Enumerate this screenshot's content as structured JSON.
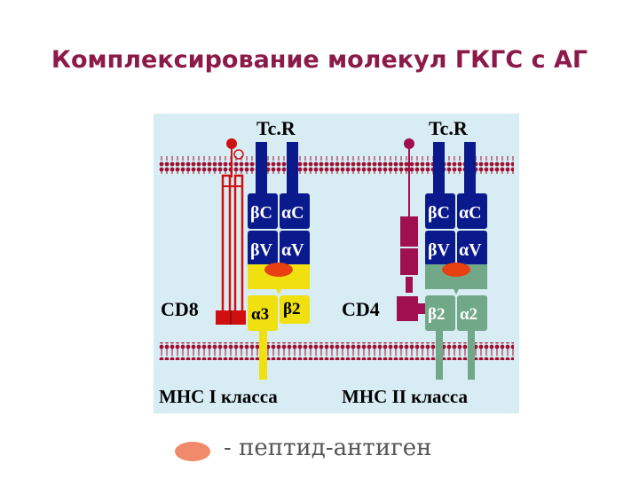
{
  "slide": {
    "title": "Комплексирование молекул ГКГС с АГ"
  },
  "diagram": {
    "left": {
      "tcr_label": "Tc.R",
      "coreceptor_label": "CD8",
      "mhc_label": "MHC I класса",
      "tcr_domains": [
        "βC",
        "αC",
        "βV",
        "αV"
      ],
      "mhc_domains": [
        "α3",
        "β2"
      ]
    },
    "right": {
      "tcr_label": "Tc.R",
      "coreceptor_label": "CD4",
      "mhc_label": "MHC II класса",
      "tcr_domains": [
        "βC",
        "αC",
        "βV",
        "αV"
      ],
      "mhc_domains": [
        "β2",
        "α2"
      ]
    },
    "colors": {
      "tcr": "#0a1a8c",
      "cd8": "#d01010",
      "cd4": "#a01050",
      "mhc1": "#f0e010",
      "mhc2": "#70a888",
      "antigen": "#e84010",
      "membrane": "#a01030"
    }
  },
  "legend": {
    "text": "- пептид-антиген",
    "swatch_color": "#f08a6a"
  }
}
